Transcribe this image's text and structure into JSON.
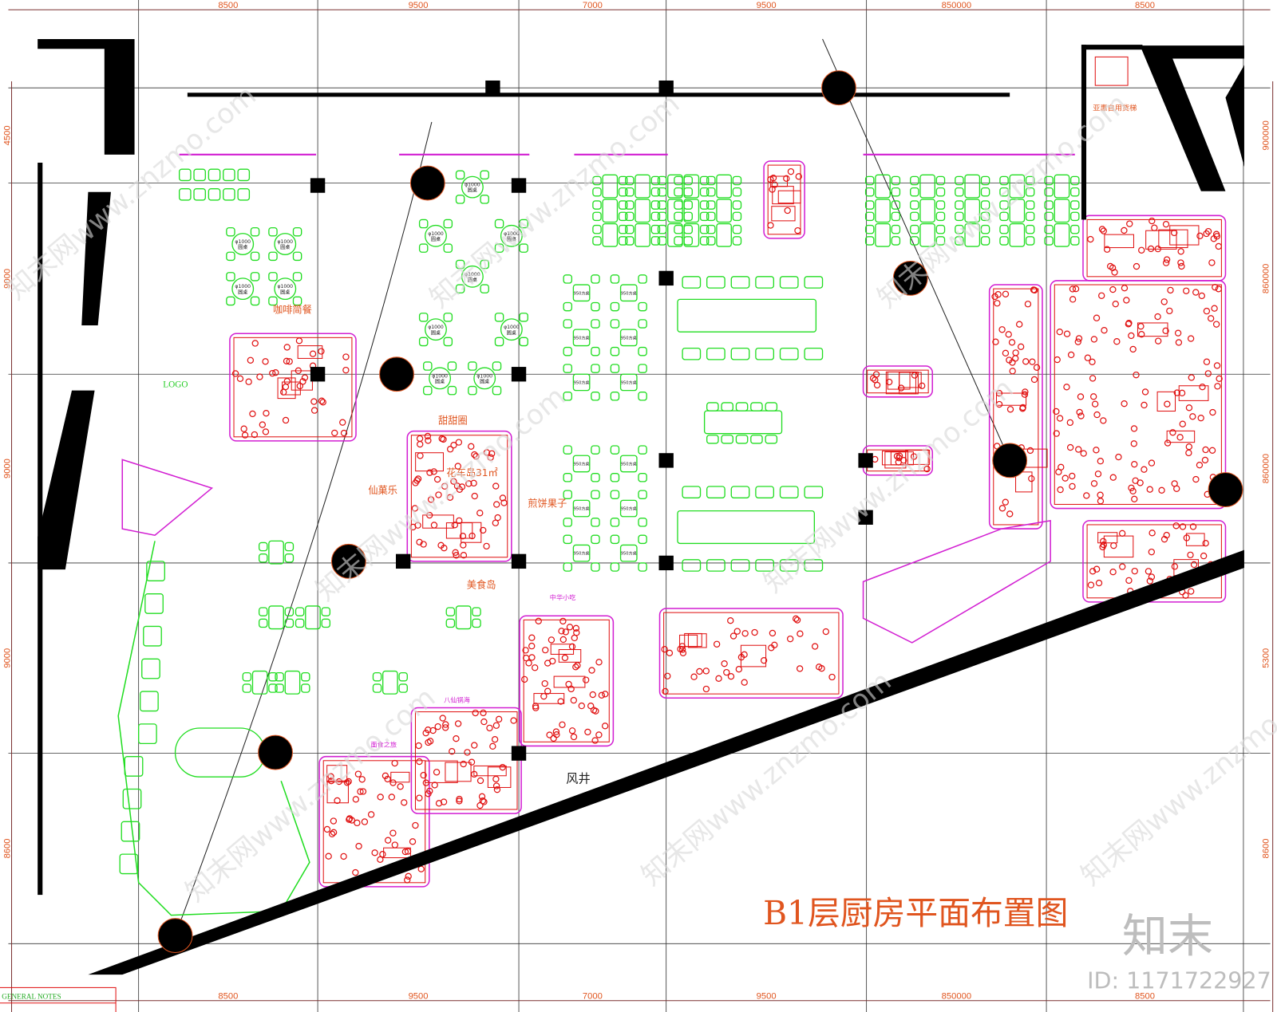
{
  "title": "B1层厨房平面布置图",
  "dimensions": {
    "top": [
      "8500",
      "9500",
      "7000",
      "9500",
      "850000",
      "8500"
    ],
    "bottom": [
      "8500",
      "9500",
      "7000",
      "9500",
      "850000",
      "8500"
    ],
    "left": [
      "4500",
      "9000",
      "9000",
      "9000",
      "8600"
    ],
    "right": [
      "900000",
      "860000",
      "860000",
      "5300",
      "8600"
    ]
  },
  "labels": {
    "cafe": "咖啡简餐",
    "logo": "LOGO",
    "donut": "甜甜圈",
    "xianlai": "仙菓乐",
    "jianbing": "煎饼果子",
    "island": "花车岛31㎡",
    "food_island": "美食岛",
    "chinese_snack": "中华小吃",
    "baxian": "八仙锅海",
    "noodle": "面食之旅",
    "shaft": "风井",
    "elevator": "亚惠自用货梯"
  },
  "table_labels": {
    "round": "圆桌",
    "round_size": "φ1000",
    "square": "950方桌"
  },
  "notes": {
    "heading": "GENERAL NOTES"
  },
  "watermark": {
    "text": "知末网www.znzmo.com",
    "logo": "知末",
    "id": "ID: 1171722927"
  },
  "colors": {
    "furniture": "#22dd22",
    "kitchen": "#e01010",
    "dimension": "#e0551f",
    "wall": "#000000",
    "partition": "#d21fd2"
  }
}
